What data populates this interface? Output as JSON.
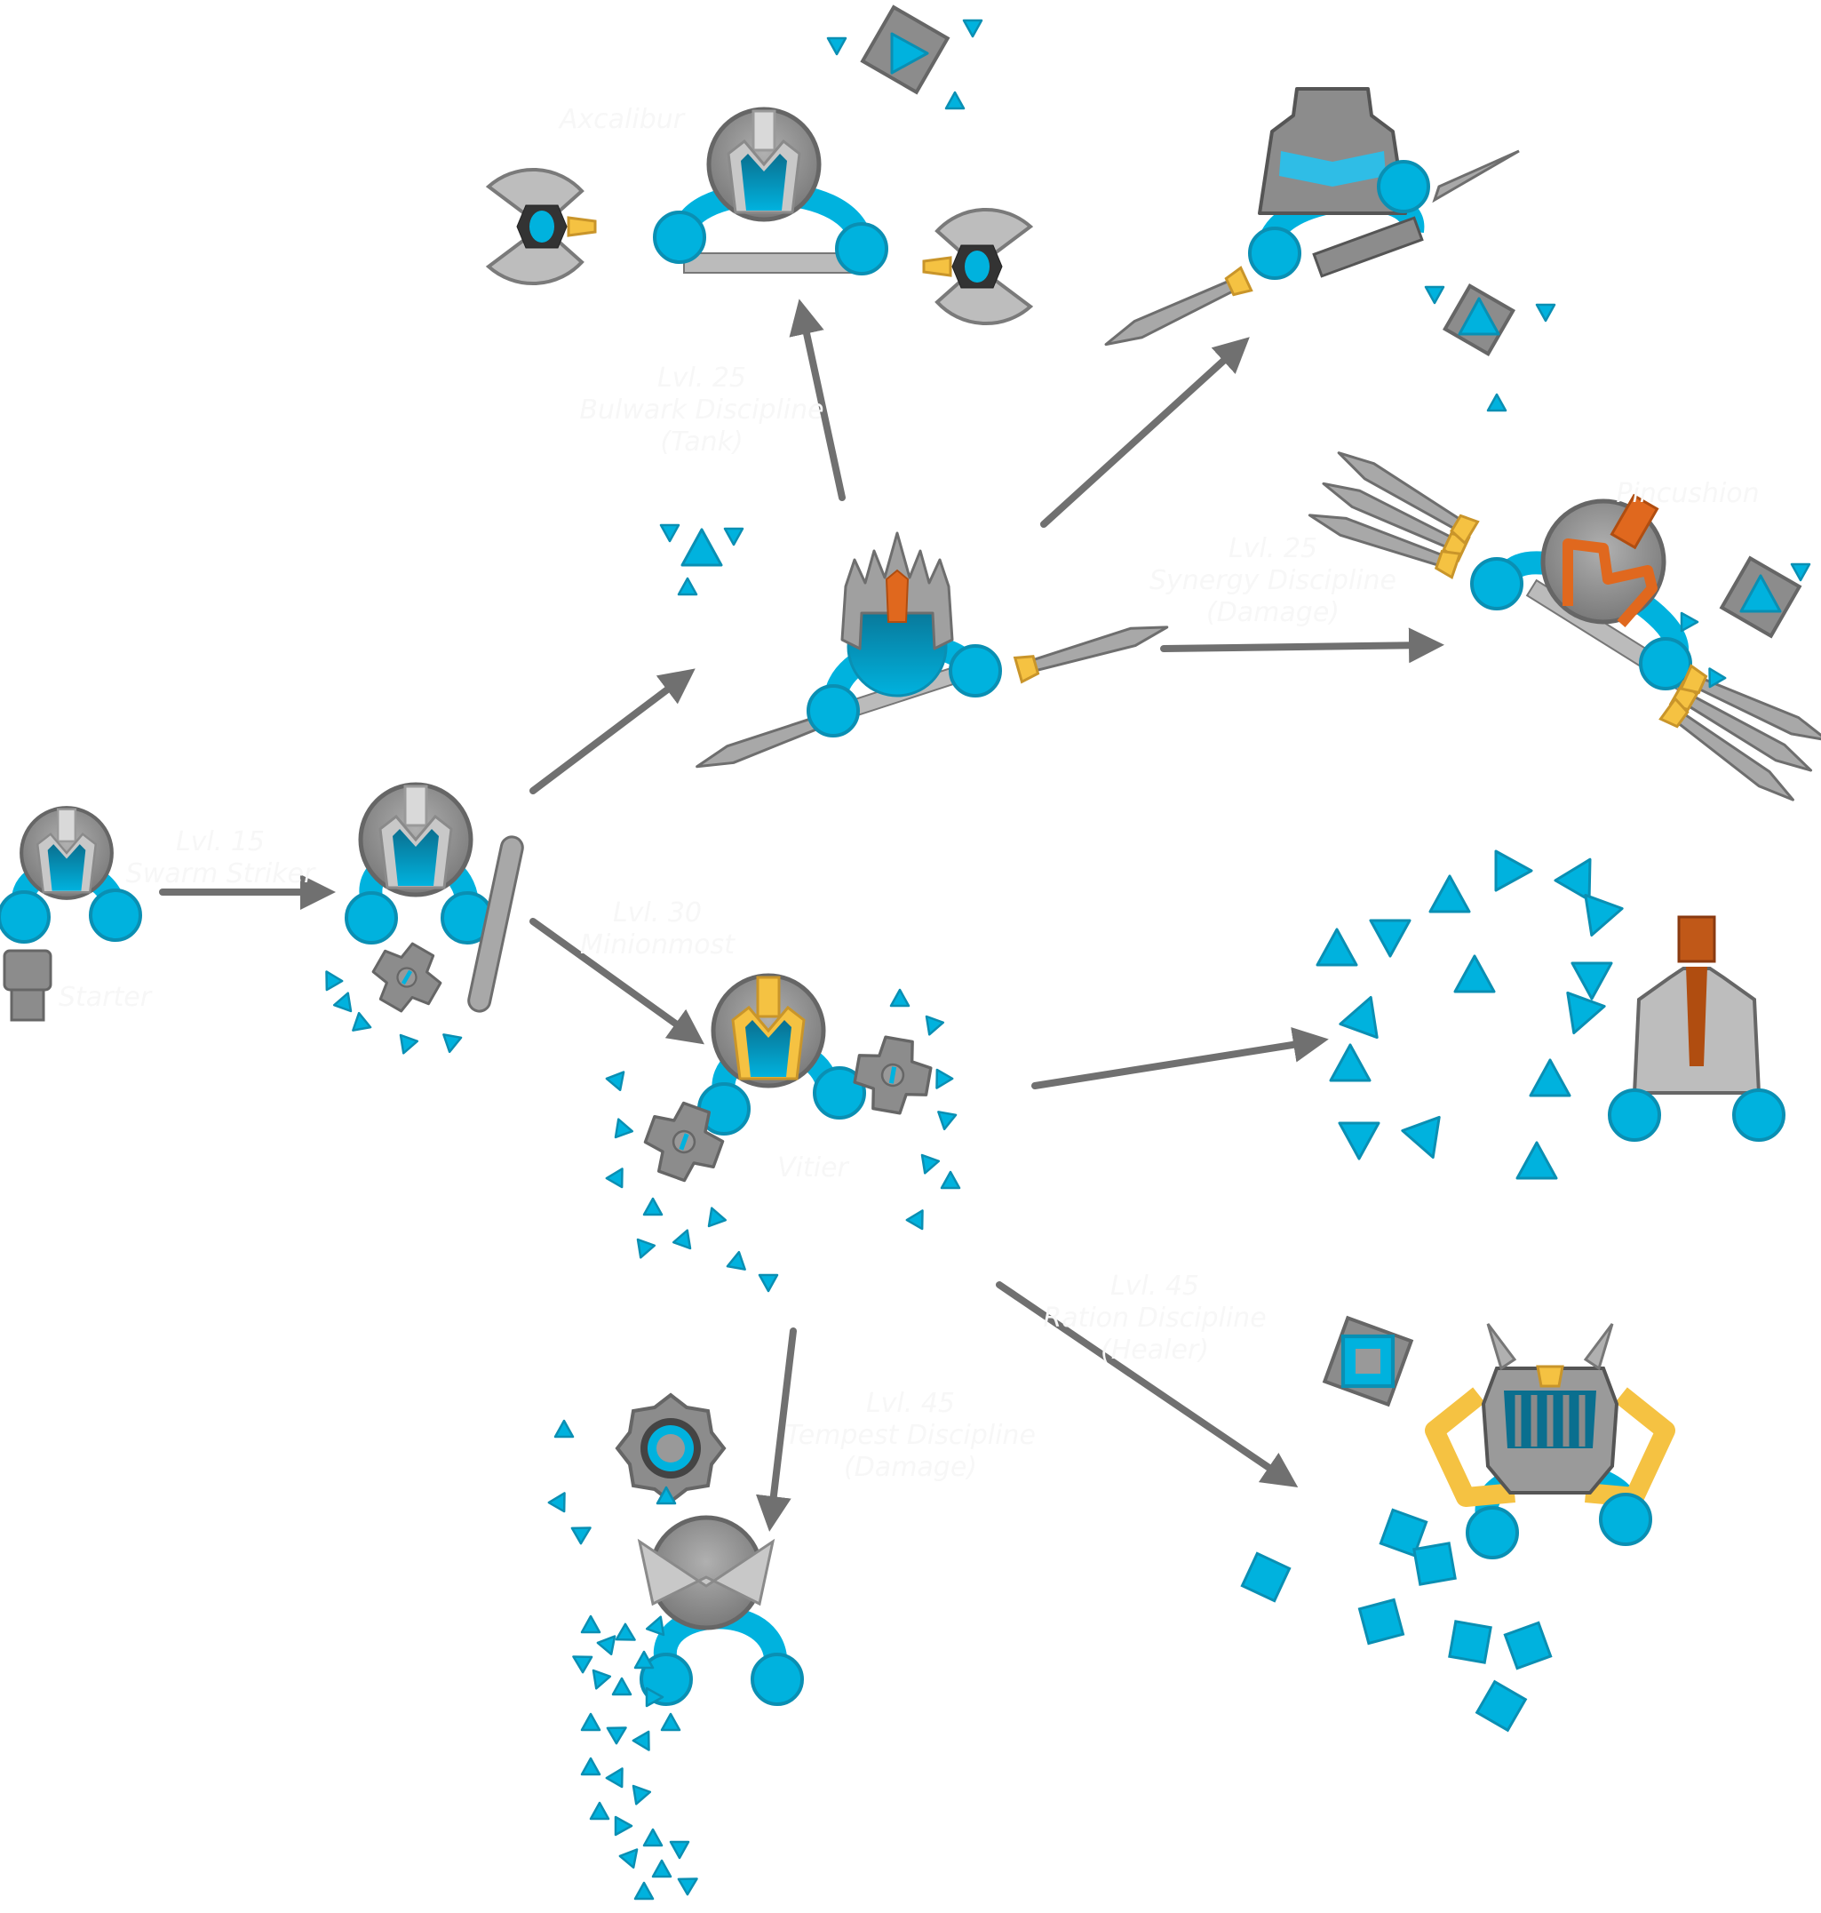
{
  "title": "Unit evolution tree",
  "colors": {
    "body_blue": "#00b2de",
    "body_blue_stroke": "#0a8fb3",
    "armor_gray": "#8c8c8c",
    "armor_dark": "#666666",
    "armor_light": "#c8c8c8",
    "gold": "#f5c242",
    "gold_stroke": "#c9952a",
    "orange": "#e0681e",
    "arrow": "#707070",
    "label_faint": "#f7f7f7"
  },
  "nodes": [
    {
      "id": "starter",
      "level": "",
      "name": "Starter",
      "role": ""
    },
    {
      "id": "swarm-striker",
      "level": "Lvl. 15",
      "name": "Swarm Striker",
      "role": ""
    },
    {
      "id": "bulwark",
      "level": "Lvl. 25",
      "name": "Bulwark Discipline",
      "role": "(Tank)"
    },
    {
      "id": "vitier",
      "level": "",
      "name": "Vitier",
      "role": ""
    },
    {
      "id": "axcalibur",
      "level": "",
      "name": "Axcalibur",
      "role": ""
    },
    {
      "id": "top-right-lancer",
      "level": "",
      "name": "",
      "role": ""
    },
    {
      "id": "pincushion",
      "level": "",
      "name": "Pincushion",
      "role": ""
    },
    {
      "id": "synergy",
      "level": "Lvl. 25",
      "name": "Synergy Discipline",
      "role": "(Damage)"
    },
    {
      "id": "minionmost",
      "level": "Lvl. 30",
      "name": "Minionmost",
      "role": ""
    },
    {
      "id": "tempest",
      "level": "Lvl. 45",
      "name": "Tempest Discipline",
      "role": "(Damage)"
    },
    {
      "id": "ration",
      "level": "Lvl. 45",
      "name": "Ration Discipline",
      "role": "(Healer)"
    },
    {
      "id": "swarm-final",
      "level": "",
      "name": "",
      "role": ""
    },
    {
      "id": "crowned-knight",
      "level": "",
      "name": "",
      "role": ""
    }
  ],
  "edges": [
    {
      "from": "starter",
      "to": "swarm-striker"
    },
    {
      "from": "swarm-striker",
      "to": "bulwark"
    },
    {
      "from": "swarm-striker",
      "to": "vitier"
    },
    {
      "from": "bulwark",
      "to": "axcalibur"
    },
    {
      "from": "bulwark",
      "to": "top-right-lancer"
    },
    {
      "from": "bulwark",
      "to": "pincushion"
    },
    {
      "from": "vitier",
      "to": "tempest"
    },
    {
      "from": "vitier",
      "to": "swarm-final"
    },
    {
      "from": "vitier",
      "to": "crowned-knight"
    }
  ]
}
